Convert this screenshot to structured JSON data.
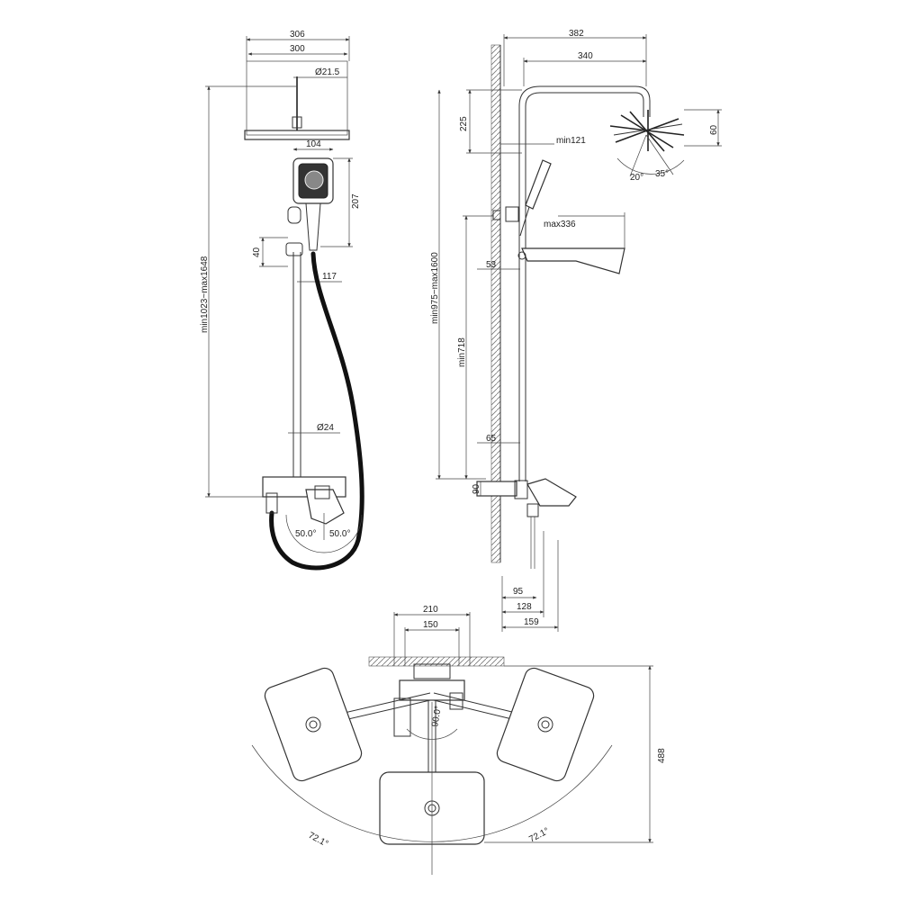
{
  "colors": {
    "line": "#333333",
    "hose": "#111111",
    "background": "#ffffff"
  },
  "front_view": {
    "dim_head_outer": "306",
    "dim_head_inner": "300",
    "dim_arm_diameter": "Ø21.5",
    "dim_hand_width": "104",
    "dim_hand_length": "207",
    "dim_holder": "40",
    "dim_holder_offset": "117",
    "dim_height_range": "min1023~max1648",
    "dim_pipe_diameter": "Ø24",
    "angle_left": "50.0°",
    "angle_right": "50.0°"
  },
  "side_view": {
    "dim_projection_total": "382",
    "dim_projection_head": "340",
    "dim_head_drop": "225",
    "dim_head_thickness": "60",
    "dim_min_bracket": "min121",
    "dim_spout_max": "max336",
    "dim_height_range": "min975~max1600",
    "dim_bracket": "53",
    "dim_min_718": "min718",
    "dim_65": "65",
    "dim_90": "90",
    "dim_95": "95",
    "dim_128": "128",
    "dim_159": "159",
    "angle_tilt_a": "20°",
    "angle_tilt_b": "35°"
  },
  "top_view": {
    "dim_210": "210",
    "dim_150": "150",
    "dim_488": "488",
    "angle_left": "72.1°",
    "angle_right": "72.1°",
    "angle_center": "90.0°"
  }
}
